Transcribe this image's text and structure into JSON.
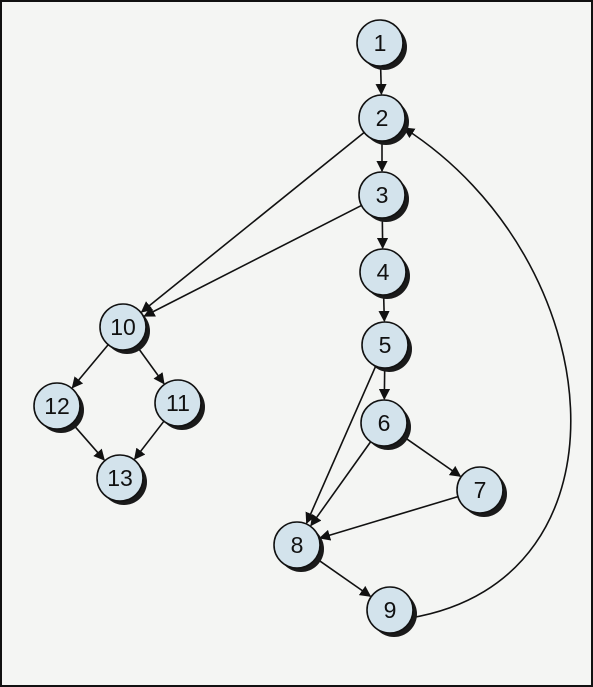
{
  "nodes": [
    {
      "id": "1",
      "label": "1"
    },
    {
      "id": "2",
      "label": "2"
    },
    {
      "id": "3",
      "label": "3"
    },
    {
      "id": "4",
      "label": "4"
    },
    {
      "id": "5",
      "label": "5"
    },
    {
      "id": "6",
      "label": "6"
    },
    {
      "id": "7",
      "label": "7"
    },
    {
      "id": "8",
      "label": "8"
    },
    {
      "id": "9",
      "label": "9"
    },
    {
      "id": "10",
      "label": "10"
    },
    {
      "id": "11",
      "label": "11"
    },
    {
      "id": "12",
      "label": "12"
    },
    {
      "id": "13",
      "label": "13"
    }
  ],
  "edges": [
    {
      "from": "1",
      "to": "2"
    },
    {
      "from": "2",
      "to": "3"
    },
    {
      "from": "2",
      "to": "10"
    },
    {
      "from": "3",
      "to": "4"
    },
    {
      "from": "3",
      "to": "10"
    },
    {
      "from": "4",
      "to": "5"
    },
    {
      "from": "5",
      "to": "6"
    },
    {
      "from": "5",
      "to": "8"
    },
    {
      "from": "6",
      "to": "7"
    },
    {
      "from": "6",
      "to": "8"
    },
    {
      "from": "7",
      "to": "8"
    },
    {
      "from": "8",
      "to": "9"
    },
    {
      "from": "9",
      "to": "2"
    },
    {
      "from": "10",
      "to": "12"
    },
    {
      "from": "10",
      "to": "11"
    },
    {
      "from": "12",
      "to": "13"
    },
    {
      "from": "11",
      "to": "13"
    }
  ],
  "colors": {
    "node_fill": "#d3e3ec",
    "node_stroke": "#111111",
    "node_shadow": "#1a1a1a",
    "edge": "#111111",
    "background": "#f4f5f3"
  }
}
